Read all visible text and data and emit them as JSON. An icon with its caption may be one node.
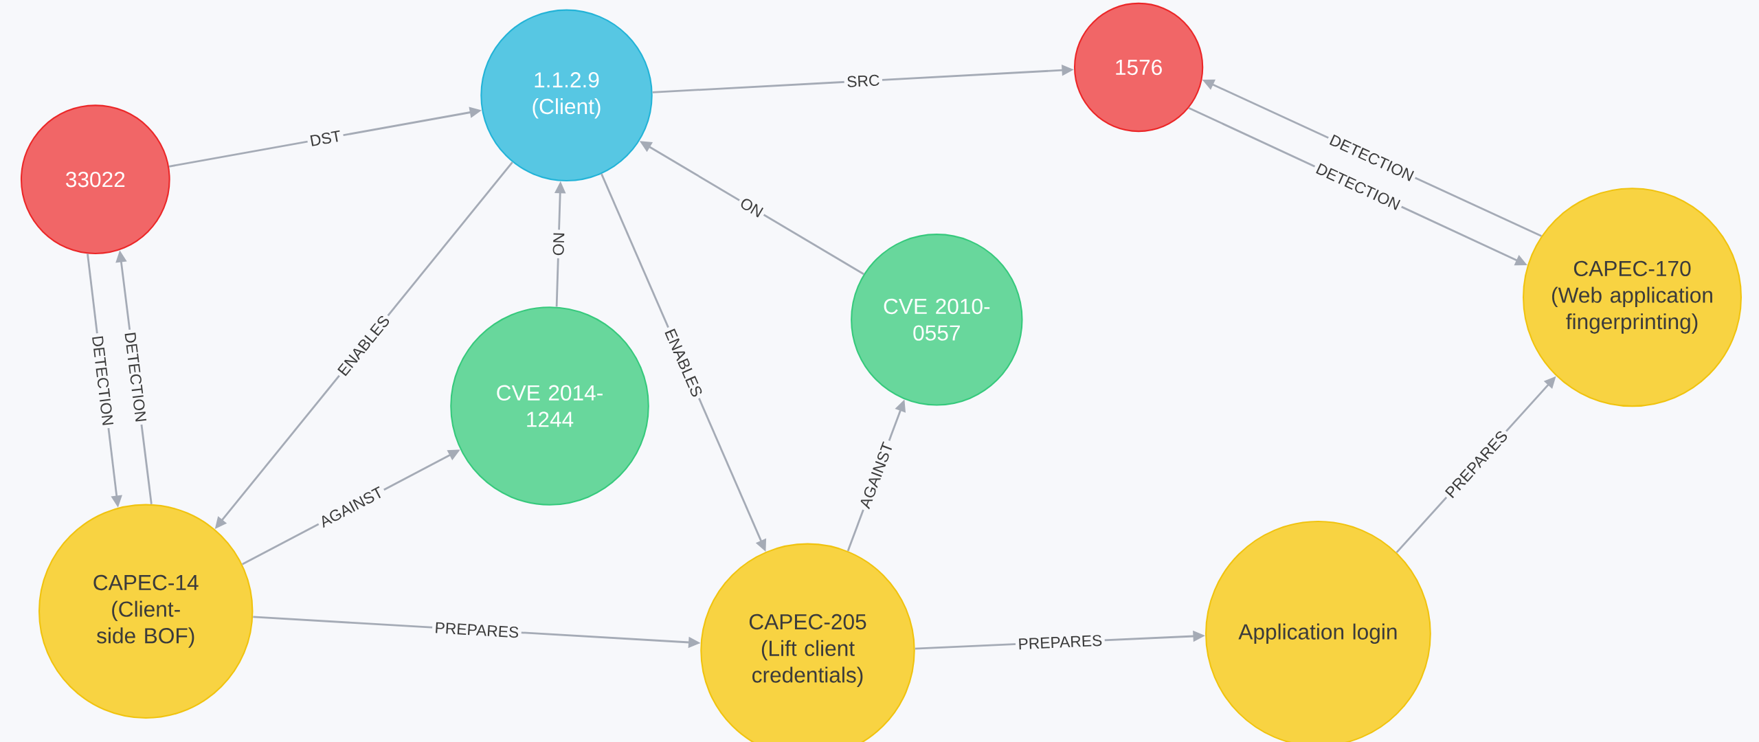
{
  "diagram": {
    "nodes": [
      {
        "text": [
          "33022"
        ]
      },
      {
        "text": [
          "1.1.2.9",
          "(Client)"
        ]
      },
      {
        "text": [
          "1576"
        ]
      },
      {
        "text": [
          "CAPEC-170",
          "(Web application fingerprinting)"
        ]
      },
      {
        "text": [
          "CVE 2014-1244"
        ]
      },
      {
        "text": [
          "CVE 2010-0557"
        ]
      },
      {
        "text": [
          "CAPEC-14",
          "(Client-side BOF)"
        ]
      },
      {
        "text": [
          "CAPEC-205",
          "(Lift client credentials)"
        ]
      },
      {
        "text": [
          "Application login"
        ]
      }
    ],
    "edges": [
      {
        "from": 0,
        "to": 1,
        "arrow": "to",
        "label": "DST"
      },
      {
        "from": 1,
        "to": 2,
        "arrow": "to",
        "label": "SRC"
      },
      {
        "from": 2,
        "to": 3,
        "arrow": "to",
        "label": "DETECTION"
      },
      {
        "from": 3,
        "to": 2,
        "arrow": "to",
        "label": "DETECTION"
      },
      {
        "from": 6,
        "to": 0,
        "arrow": "to",
        "label": "DETECTION"
      },
      {
        "from": 0,
        "to": 6,
        "arrow": "to",
        "label": "DETECTION"
      },
      {
        "from": 1,
        "to": 6,
        "arrow": "to",
        "label": "ENABLES"
      },
      {
        "from": 4,
        "to": 1,
        "arrow": "to",
        "label": "ON"
      },
      {
        "from": 1,
        "to": 7,
        "arrow": "to",
        "label": "ENABLES"
      },
      {
        "from": 5,
        "to": 1,
        "arrow": "to",
        "label": "ON"
      },
      {
        "from": 6,
        "to": 4,
        "arrow": "to",
        "label": "AGAINST"
      },
      {
        "from": 7,
        "to": 5,
        "arrow": "to",
        "label": "AGAINST"
      },
      {
        "from": 6,
        "to": 7,
        "arrow": "to",
        "label": "PREPARES"
      },
      {
        "from": 7,
        "to": 8,
        "arrow": "to",
        "label": "PREPARES"
      },
      {
        "from": 8,
        "to": 3,
        "arrow": "to",
        "label": "PREPARES"
      }
    ]
  }
}
